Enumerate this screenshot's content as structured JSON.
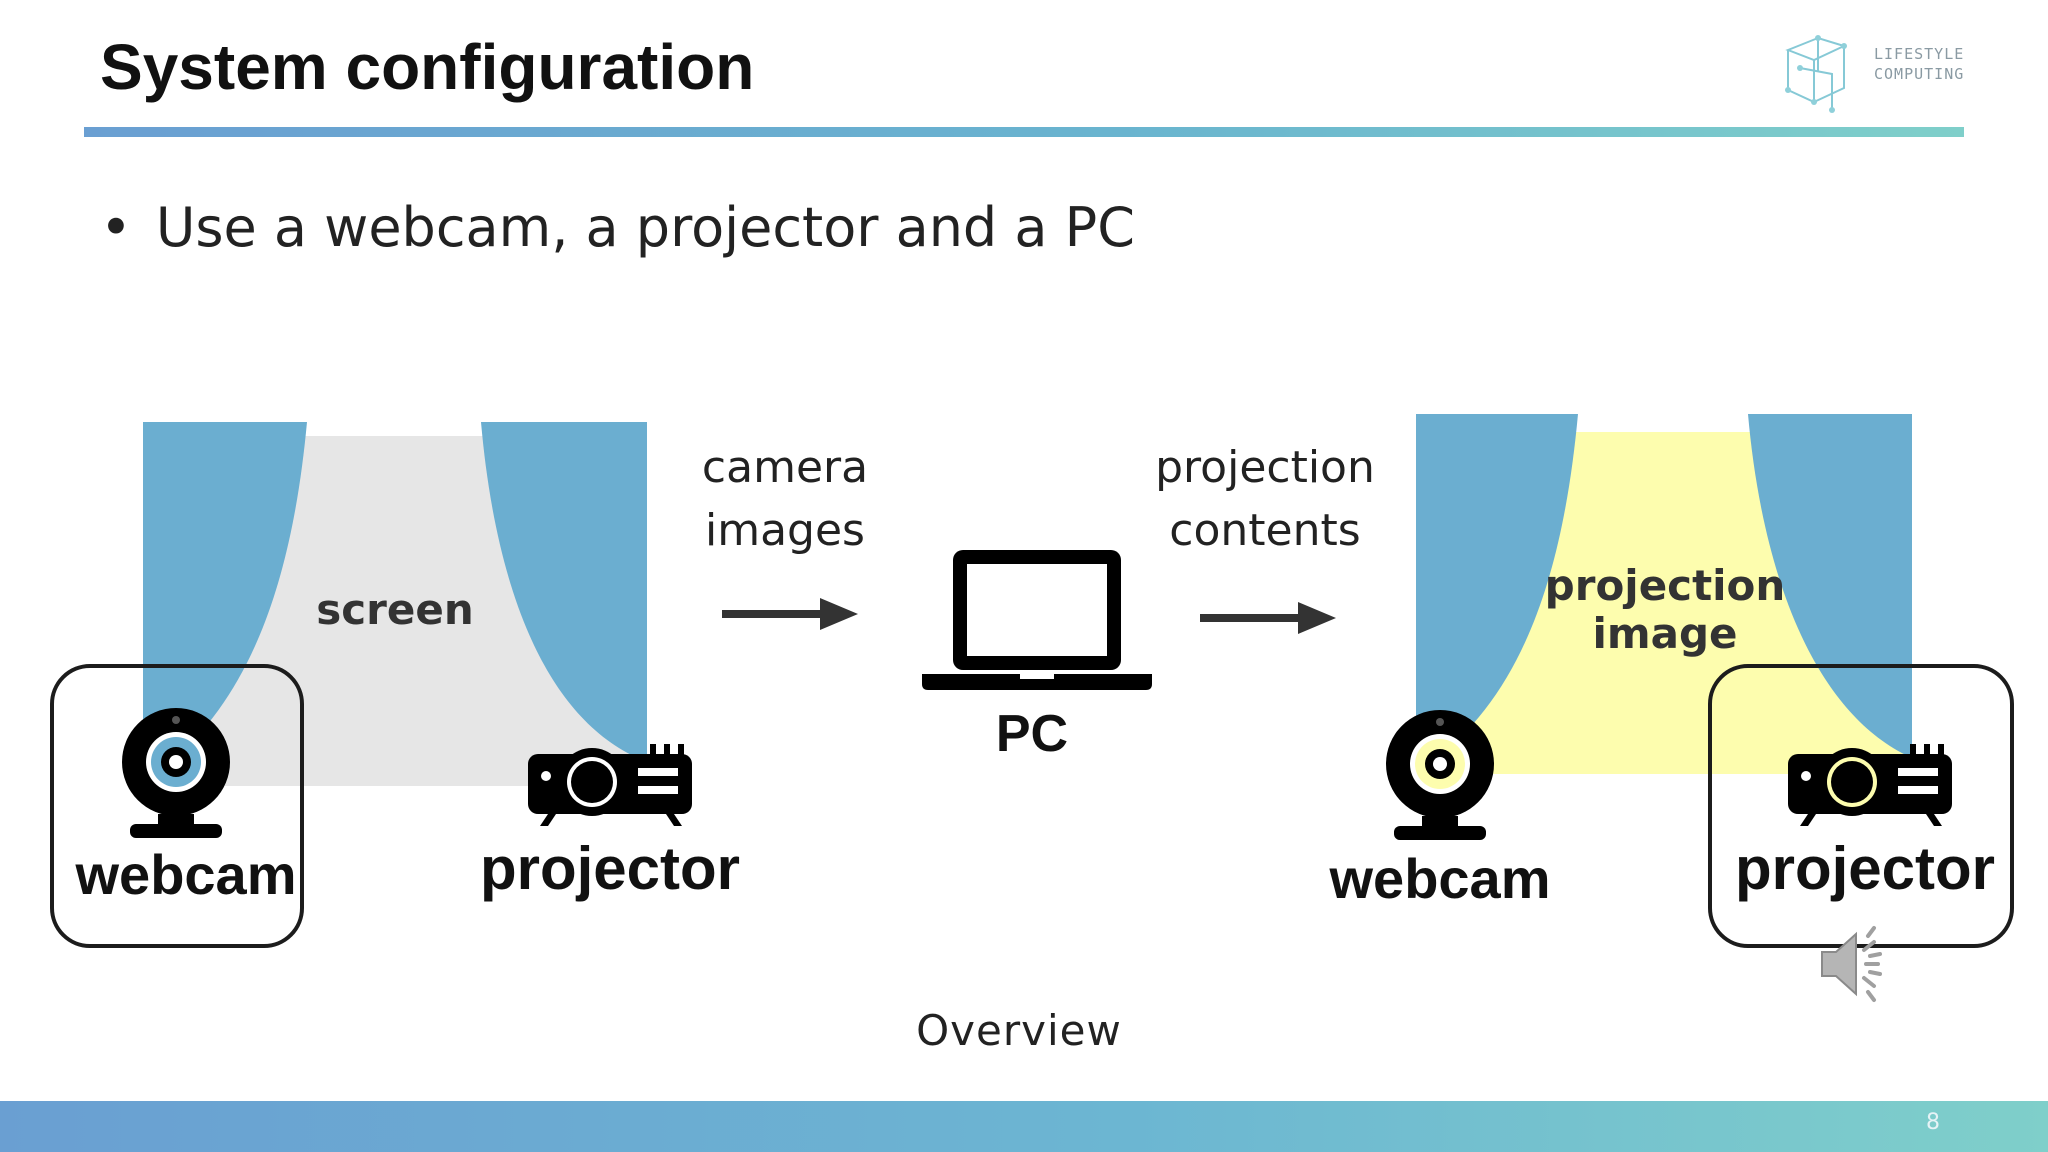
{
  "slide": {
    "title": "System configuration",
    "logo": {
      "line1": "LIFESTYLE",
      "line2": "COMPUTING",
      "icon": "cube-network-logo"
    },
    "bullet": "Use a webcam, a projector and a PC",
    "caption": "Overview",
    "page_number": "8"
  },
  "diagram": {
    "left_scene": {
      "screen_label": "screen",
      "webcam_label": "webcam",
      "projector_label": "projector",
      "screen_color": "#e6e6e6",
      "curtain_color": "#6baed0"
    },
    "arrow1": {
      "line1": "camera",
      "line2": "images"
    },
    "pc": {
      "label": "PC",
      "icon": "laptop-icon"
    },
    "arrow2": {
      "line1": "projection",
      "line2": "contents"
    },
    "right_scene": {
      "projection_line1": "projection",
      "projection_line2": "image",
      "webcam_label": "webcam",
      "projector_label": "projector",
      "screen_color": "#fdfdae",
      "curtain_color": "#6baed0"
    },
    "audio_icon": "speaker-icon"
  }
}
